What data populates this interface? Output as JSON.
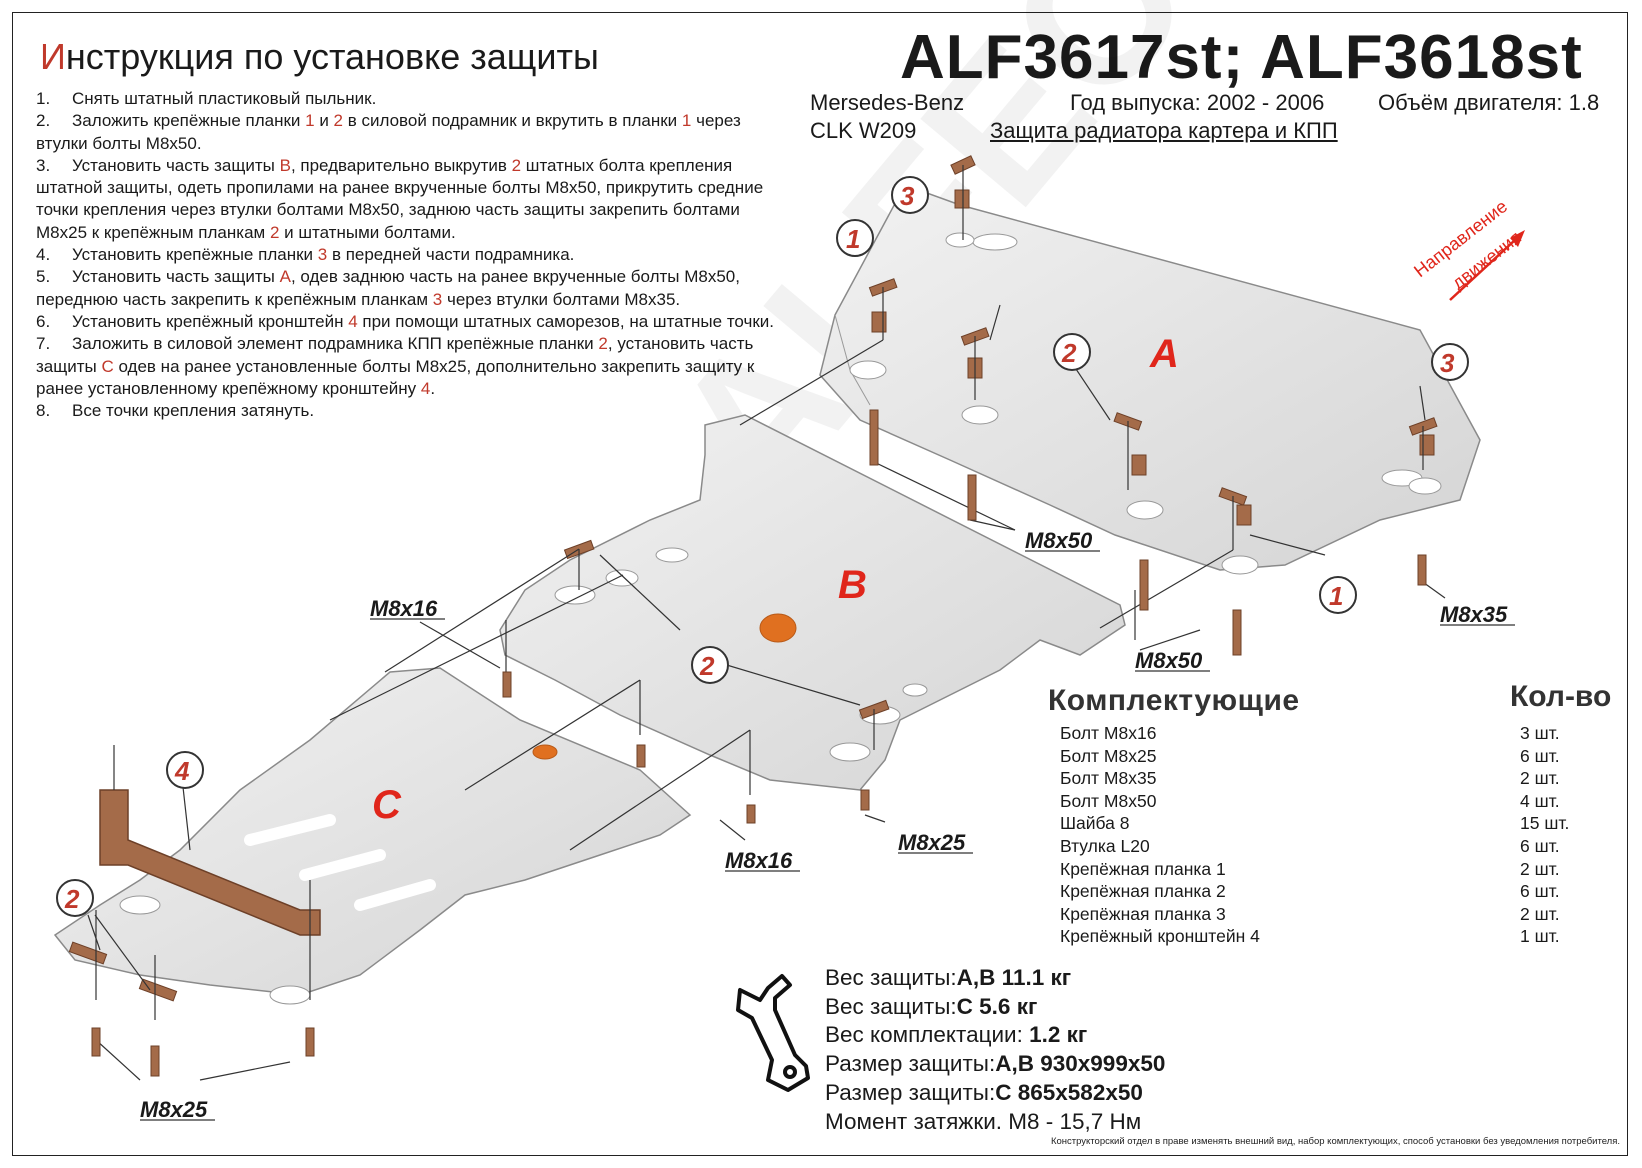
{
  "header": {
    "title_first": "И",
    "title_rest": "нструкция по установке защиты",
    "model_code": "ALF3617st; ALF3618st",
    "brand": "Mersedes-Benz",
    "model": "CLK W209",
    "year": "Год выпуска: 2002 - 2006",
    "engine": "Объём двигателя: 1.8",
    "subtitle": "Защита радиатора картера и КПП"
  },
  "steps": [
    {
      "n": "1.",
      "parts": [
        {
          "t": "Снять штатный пластиковый пыльник."
        }
      ]
    },
    {
      "n": "2.",
      "parts": [
        {
          "t": "Заложить крепёжные планки "
        },
        {
          "t": "1",
          "h": true
        },
        {
          "t": " и "
        },
        {
          "t": "2",
          "h": true
        },
        {
          "t": " в силовой подрамник и вкрутить в планки "
        },
        {
          "t": "1",
          "h": true
        },
        {
          "t": " через втулки болты М8х50."
        }
      ]
    },
    {
      "n": "3.",
      "parts": [
        {
          "t": "Установить часть защиты "
        },
        {
          "t": "B",
          "h": true
        },
        {
          "t": ", предварительно выкрутив "
        },
        {
          "t": "2",
          "h": true
        },
        {
          "t": " штатных болта крепления штатной защиты, одеть пропилами на ранее вкрученные болты М8х50, прикрутить средние точки крепления через втулки болтами М8х50, заднюю часть защиты закрепить болтами М8х25 к крепёжным планкам "
        },
        {
          "t": "2",
          "h": true
        },
        {
          "t": " и штатными болтами."
        }
      ]
    },
    {
      "n": "4.",
      "parts": [
        {
          "t": "Установить крепёжные планки "
        },
        {
          "t": "3",
          "h": true
        },
        {
          "t": " в передней части подрамника."
        }
      ]
    },
    {
      "n": "5.",
      "parts": [
        {
          "t": "Установить часть защиты "
        },
        {
          "t": "A",
          "h": true
        },
        {
          "t": ", одев заднюю часть на ранее вкрученные болты М8х50, переднюю часть закрепить к крепёжным планкам "
        },
        {
          "t": "3",
          "h": true
        },
        {
          "t": " через втулки болтами М8х35."
        }
      ]
    },
    {
      "n": "6.",
      "parts": [
        {
          "t": "Установить крепёжный кронштейн "
        },
        {
          "t": "4",
          "h": true
        },
        {
          "t": " при помощи штатных саморезов, на штатные точки."
        }
      ]
    },
    {
      "n": "7.",
      "parts": [
        {
          "t": "Заложить в силовой элемент подрамника КПП крепёжные планки "
        },
        {
          "t": "2",
          "h": true
        },
        {
          "t": ", установить часть защиты "
        },
        {
          "t": "C",
          "h": true
        },
        {
          "t": " одев на ранее установленные болты М8х25, дополнительно закрепить защиту к ранее установленному крепёжному кронштейну "
        },
        {
          "t": "4",
          "h": true
        },
        {
          "t": "."
        }
      ]
    },
    {
      "n": "8.",
      "parts": [
        {
          "t": "Все точки крепления затянуть."
        }
      ]
    }
  ],
  "diagram": {
    "direction_label_1": "Направление",
    "direction_label_2": "движения",
    "watermark": "ALFECO",
    "panel_letters": {
      "a": "A",
      "b": "B",
      "c": "C"
    },
    "callouts": {
      "c1": "1",
      "c2": "2",
      "c3": "3",
      "c4": "4"
    },
    "bolt_labels": {
      "m8x50_top": "M8x50",
      "m8x50_bottom": "M8x50",
      "m8x35": "M8x35",
      "m8x16_left": "M8x16",
      "m8x16_mid": "M8x16",
      "m8x25_right": "M8x25",
      "m8x25_left": "M8x25"
    }
  },
  "parts": {
    "heading": "Комплектующие",
    "qty_heading": "Кол-во",
    "items": [
      {
        "name": "Болт М8х16",
        "qty": "3 шт."
      },
      {
        "name": "Болт М8х25",
        "qty": "6 шт."
      },
      {
        "name": "Болт М8х35",
        "qty": "2 шт."
      },
      {
        "name": "Болт М8х50",
        "qty": "4 шт."
      },
      {
        "name": "Шайба 8",
        "qty": "15 шт."
      },
      {
        "name": "Втулка L20",
        "qty": "6 шт."
      },
      {
        "name": "Крепёжная планка 1",
        "qty": "2 шт."
      },
      {
        "name": "Крепёжная планка 2",
        "qty": "6 шт."
      },
      {
        "name": "Крепёжная планка 3",
        "qty": "2 шт."
      },
      {
        "name": "Крепёжный кронштейн 4",
        "qty": "1 шт."
      }
    ]
  },
  "specs": [
    {
      "label": "Вес защиты:",
      "value": "A,B 11.1 кг"
    },
    {
      "label": "Вес защиты:",
      "value": "C 5.6 кг"
    },
    {
      "label": "Вес комплектации: ",
      "value": "1.2 кг"
    },
    {
      "label": "Размер защиты:",
      "value": "A,B 930x999x50"
    },
    {
      "label": "Размер защиты:",
      "value": "C 865x582x50"
    },
    {
      "label": "Момент затяжки.  M8 - 15,7 Нм",
      "value": ""
    }
  ],
  "footer": "Конструкторский отдел в праве изменять внешний вид, набор комплектующих, способ установки без уведомления потребителя.",
  "colors": {
    "accent_red": "#e0261b",
    "callout_red": "#c0392b",
    "bracket_brown": "#a46b49",
    "panel_fill": "#e4e4e4"
  }
}
